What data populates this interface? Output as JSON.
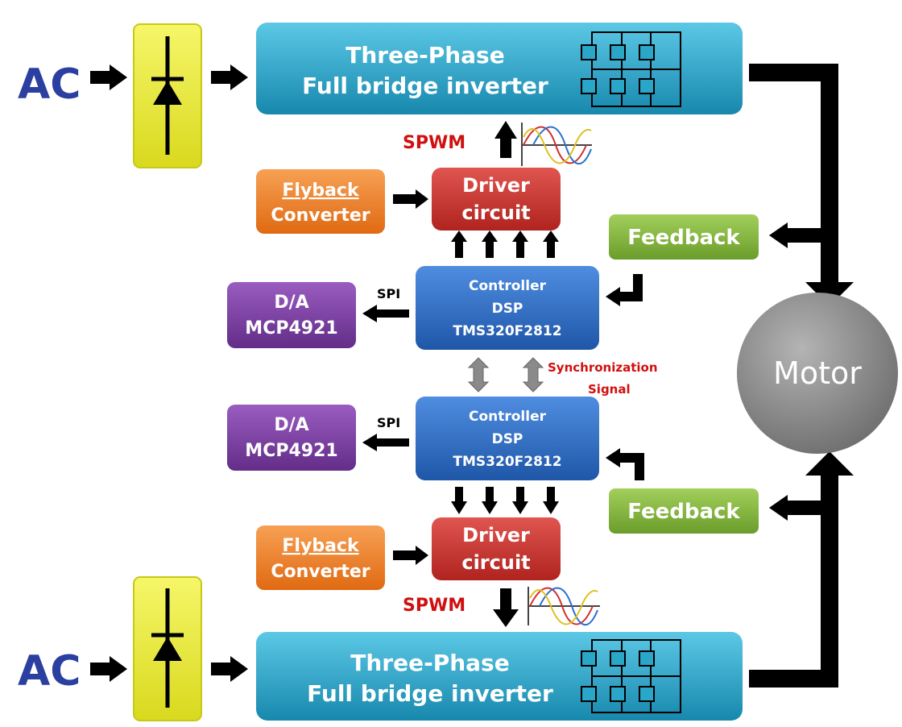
{
  "diagram": {
    "top": {
      "ac": "AC",
      "inverter_line1": "Three-Phase",
      "inverter_line2": "Full bridge inverter",
      "spwm": "SPWM",
      "flyback_line1": "Flyback",
      "flyback_line2": "Converter",
      "driver_line1": "Driver",
      "driver_line2": "circuit",
      "feedback": "Feedback",
      "spi": "SPI",
      "da_line1": "D/A",
      "da_line2": "MCP4921",
      "ctrl_line1": "Controller",
      "ctrl_line2": "DSP",
      "ctrl_line3": "TMS320F2812"
    },
    "bottom": {
      "ac": "AC",
      "inverter_line1": "Three-Phase",
      "inverter_line2": "Full bridge inverter",
      "spwm": "SPWM",
      "flyback_line1": "Flyback",
      "flyback_line2": "Converter",
      "driver_line1": "Driver",
      "driver_line2": "circuit",
      "feedback": "Feedback",
      "spi": "SPI",
      "da_line1": "D/A",
      "da_line2": "MCP4921",
      "ctrl_line1": "Controller",
      "ctrl_line2": "DSP",
      "ctrl_line3": "TMS320F2812"
    },
    "sync_line1": "Synchronization",
    "sync_line2": "Signal",
    "motor": "Motor",
    "colors": {
      "ac_text": "#2a3fa0",
      "rectifier": "#ecec3a",
      "inverter": "#2aa6c8",
      "flyback": "#ec7a1e",
      "driver": "#c9302c",
      "feedback": "#7fb13a",
      "controller": "#2f6fc6",
      "da": "#7b3fa0",
      "motor": "#8c8c8c",
      "spwm_text": "#d01010",
      "sync_text": "#d01010"
    },
    "icons": [
      "rectifier-diode-icon",
      "igbt-bridge-icon",
      "sine-wave-icon"
    ]
  }
}
